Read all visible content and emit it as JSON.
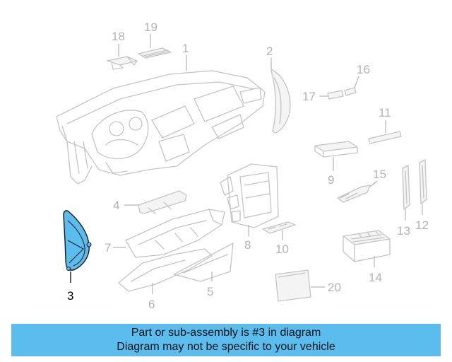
{
  "banner": {
    "line1": "Part or sub-assembly is #3 in diagram",
    "line2": "Diagram may not be specific to your vehicle"
  },
  "highlighted_part": "3",
  "highlight_color": "#5bbcee",
  "banner_color": "#5bbcee",
  "callouts": {
    "c1": "1",
    "c2": "2",
    "c3": "3",
    "c4": "4",
    "c5": "5",
    "c6": "6",
    "c7": "7",
    "c8": "8",
    "c9": "9",
    "c10": "10",
    "c11": "11",
    "c12": "12",
    "c13": "13",
    "c14": "14",
    "c15": "15",
    "c16": "16",
    "c17": "17",
    "c18": "18",
    "c19": "19",
    "c20": "20"
  }
}
